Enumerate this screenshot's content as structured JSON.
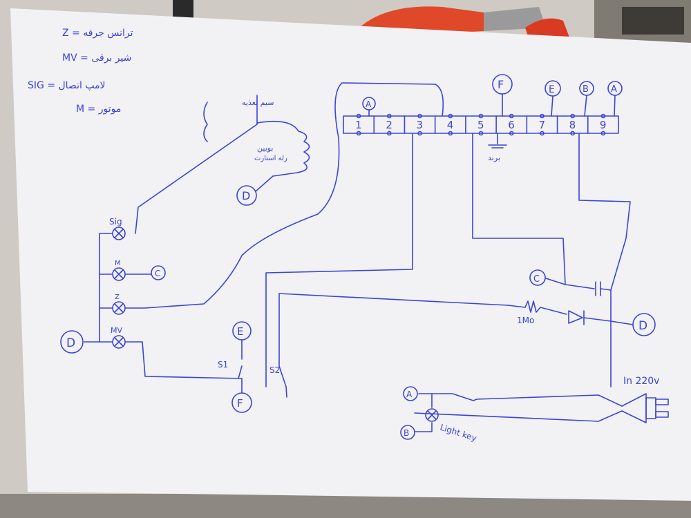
{
  "ink_color": "#3a44d8",
  "paper_color": "#f2f1f4",
  "legend": {
    "line1": "Z = ترانس جرقه",
    "line2": "MV = شیر برقی",
    "line3": "SIG = لامپ اتصال",
    "line4": "M = موتور"
  },
  "terminal_block": {
    "numbers": [
      "1",
      "2",
      "3",
      "4",
      "5",
      "6",
      "7",
      "8",
      "9"
    ],
    "top_letters": [
      "A",
      "F",
      "E",
      "B",
      "A"
    ],
    "ground_label": "برند"
  },
  "coil": {
    "label": "بوبین",
    "label2": "رله استارت",
    "top_label": "سیم تغذیه"
  },
  "lamps": {
    "sig": "Sig",
    "m": "M",
    "z": "Z",
    "mv": "MV"
  },
  "nodes": {
    "c_left": "C",
    "d_top": "D",
    "d_left": "D",
    "e_mid": "E",
    "f_mid": "F",
    "c_right": "C",
    "d_right": "D",
    "a_bottom": "A",
    "b_bottom": "B"
  },
  "switches": {
    "s1": "S1",
    "s2": "S2"
  },
  "components": {
    "resistor": "1Mo",
    "input": "In 220v",
    "light_key": "Light key"
  }
}
